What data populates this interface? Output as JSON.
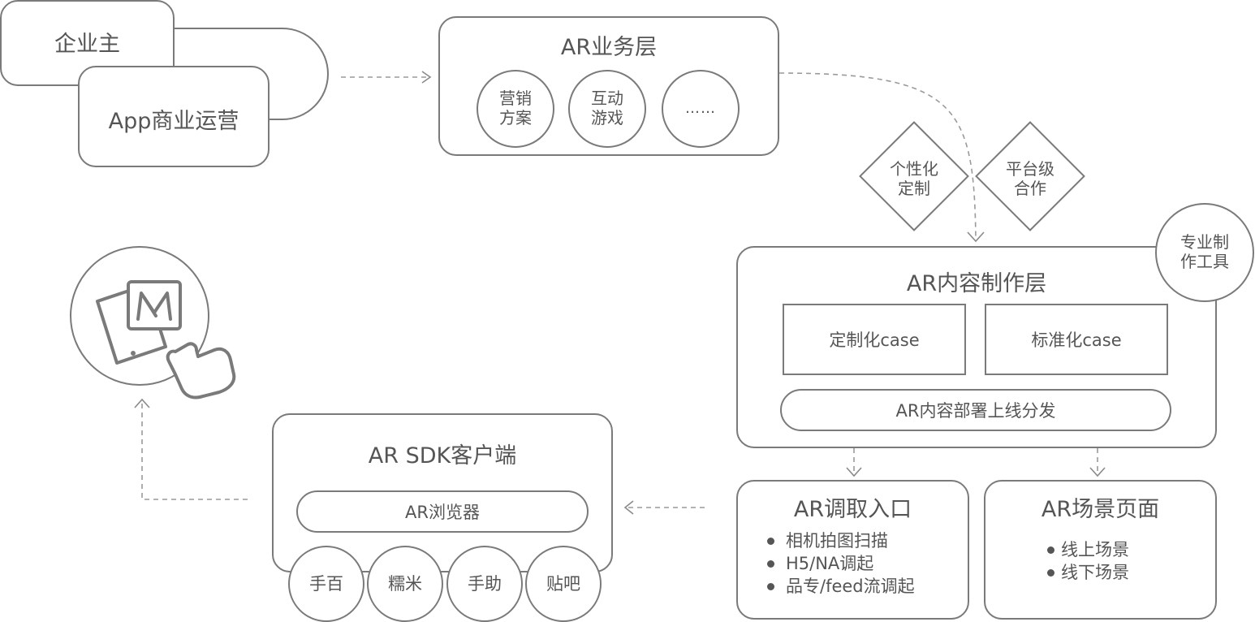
{
  "owners": {
    "enterprise": "企业主",
    "app_ops": "App商业运营"
  },
  "business_layer": {
    "title": "AR业务层",
    "items": [
      [
        "营销",
        "方案"
      ],
      [
        "互动",
        "游戏"
      ],
      [
        "……"
      ]
    ]
  },
  "diamonds": [
    [
      "个性化",
      "定制"
    ],
    [
      "平台级",
      "合作"
    ]
  ],
  "pro_tools": [
    "专业制",
    "作工具"
  ],
  "content_layer": {
    "title": "AR内容制作层",
    "case_custom": "定制化case",
    "case_standard": "标准化case",
    "deploy": "AR内容部署上线分发"
  },
  "entry": {
    "title": "AR调取入口",
    "bullets": [
      "相机拍图扫描",
      "H5/NA调起",
      "品专/feed流调起"
    ]
  },
  "scene": {
    "title": "AR场景页面",
    "bullets": [
      "线上场景",
      "线下场景"
    ]
  },
  "sdk": {
    "title": "AR SDK客户端",
    "browser": "AR浏览器",
    "apps": [
      "手百",
      "糯米",
      "手助",
      "贴吧"
    ]
  },
  "colors": {
    "stroke": "#7a7a7a",
    "text": "#555555",
    "dash": "#9a9a9a"
  }
}
